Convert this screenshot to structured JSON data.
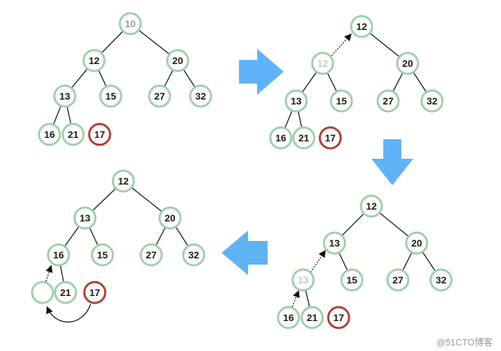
{
  "diagram": {
    "step1": {
      "nodes": [
        "10",
        "12",
        "20",
        "13",
        "15",
        "27",
        "32",
        "16",
        "21",
        "17"
      ]
    },
    "step2": {
      "nodes": [
        "12",
        "12",
        "20",
        "13",
        "15",
        "27",
        "32",
        "16",
        "21",
        "17"
      ]
    },
    "step3": {
      "nodes": [
        "12",
        "13",
        "20",
        "13",
        "15",
        "27",
        "32",
        "16",
        "21",
        "17"
      ]
    },
    "step4": {
      "nodes": [
        "12",
        "13",
        "20",
        "16",
        "15",
        "27",
        "32",
        "",
        "21",
        "17"
      ]
    }
  },
  "colors": {
    "node_border": "#9dd0a8",
    "highlight_border": "#b23a2e",
    "flow_arrow": "#5fb3f5"
  },
  "watermark": "@51CTO博客"
}
